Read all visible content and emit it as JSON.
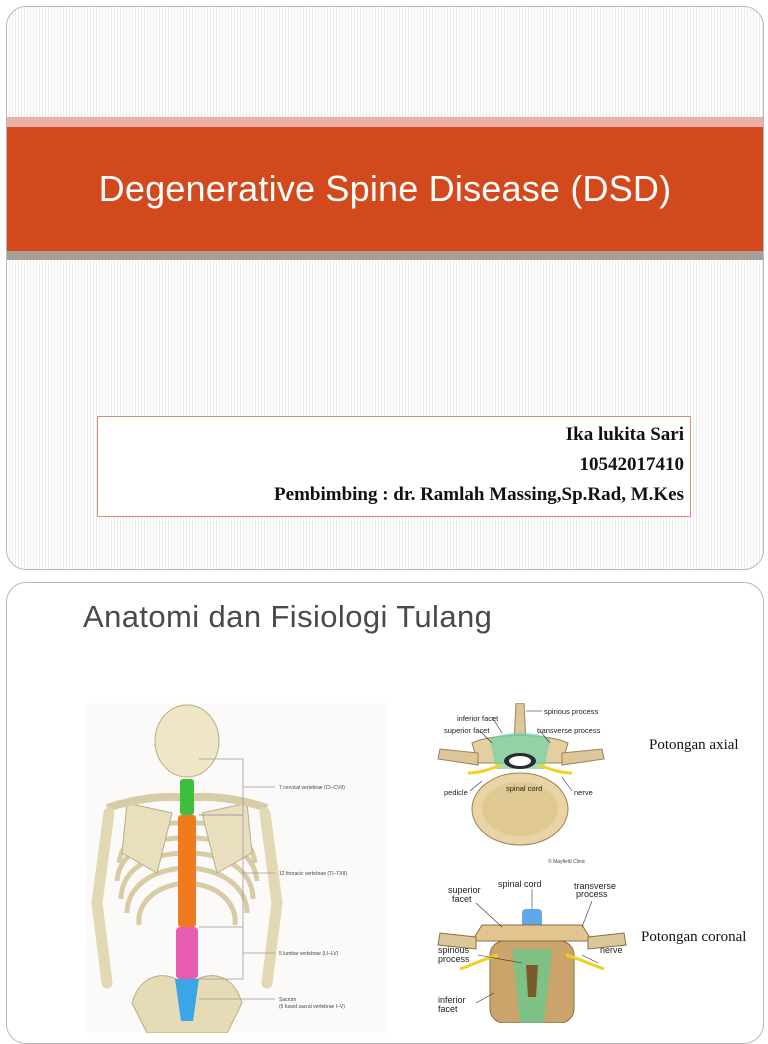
{
  "slide1": {
    "title": "Degenerative Spine Disease (DSD)",
    "author_name": "Ika lukita Sari",
    "author_id": "10542017410",
    "supervisor": "Pembimbing : dr. Ramlah Massing,Sp.Rad, M.Kes"
  },
  "slide2": {
    "title": "Anatomi dan Fisiologi Tulang",
    "skeleton_labels": {
      "cervical": "7 cervical vertebrae (CI–CVII)",
      "thoracic": "12 thoracic vertebrae (TI–TXII)",
      "lumbar": "5 lumbar vertebrae (LI–LV)",
      "sacrum": "Sacrum",
      "sacrum_detail": "(5 fused sacral vertebrae I–V)"
    },
    "axial": {
      "spinous_process": "spinous process",
      "inferior_facet": "inferior facet",
      "superior_facet": "superior facet",
      "transverse_process": "transverse process",
      "pedicle": "pedicle",
      "nerve": "nerve",
      "spinal_cord": "spinal cord",
      "credit": "© Mayfield Clinic",
      "caption": "Potongan axial"
    },
    "coronal": {
      "spinal_cord": "spinal cord",
      "superior_facet_1": "superior",
      "superior_facet_2": "facet",
      "transverse_process_1": "transverse",
      "transverse_process_2": "process",
      "spinous_process_1": "spinous",
      "spinous_process_2": "process",
      "nerve": "nerve",
      "inferior_facet_1": "inferior",
      "inferior_facet_2": "facet",
      "caption": "Potongan coronal"
    }
  },
  "colors": {
    "accent_orange": "#d1491c",
    "cervical": "#3dbf3d",
    "thoracic": "#f07a1e",
    "lumbar": "#e85cb0",
    "sacrum": "#3aa6e8"
  }
}
